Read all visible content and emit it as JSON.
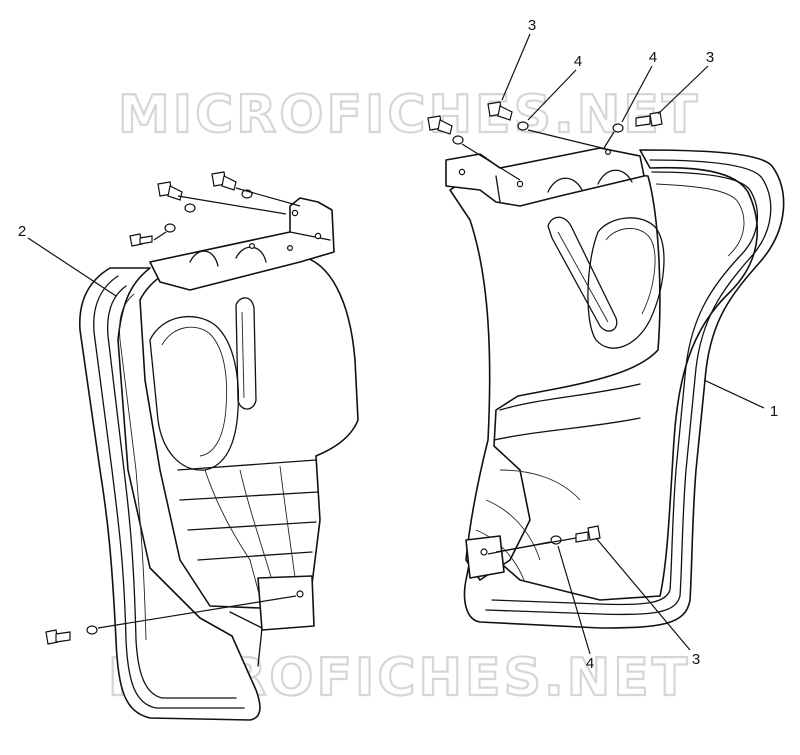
{
  "watermark": "MICROFICHES.NET",
  "callouts": {
    "top_left_3": "3",
    "top_mid_4": "4",
    "top_right_4": "4",
    "top_right_3": "3",
    "left_2": "2",
    "right_1": "1",
    "bottom_4": "4",
    "bottom_3": "3"
  },
  "colors": {
    "line": "#111111",
    "watermark": "#d6d6d6",
    "background": "#ffffff"
  }
}
